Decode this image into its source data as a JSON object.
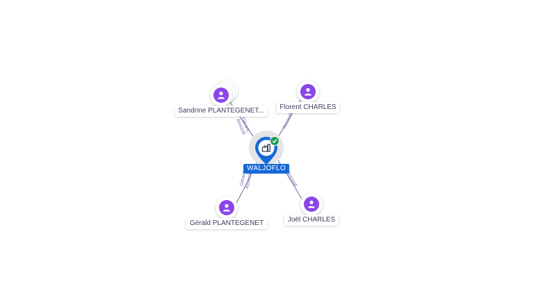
{
  "company": {
    "name": "WALJOFLO",
    "status_color": "#1f9d55",
    "accent": "#1769d8",
    "icon": "factory-icon"
  },
  "people": [
    {
      "id": "p1",
      "name": "Sandrine PLANTEGENET...",
      "relation_1": "Gérant",
      "relation_2": "Associé",
      "stacked": true
    },
    {
      "id": "p2",
      "name": "Florent CHARLES",
      "relation_1": "Associé"
    },
    {
      "id": "p3",
      "name": "Gérald PLANTEGENET",
      "relation_1": "Gérant",
      "relation_2": "Associé"
    },
    {
      "id": "p4",
      "name": "Joël CHARLES",
      "relation_1": "Associé"
    }
  ],
  "colors": {
    "person_dot": "#8b45e8",
    "edge": "#4a4f7a",
    "edge_label": "#6b6fb0"
  }
}
